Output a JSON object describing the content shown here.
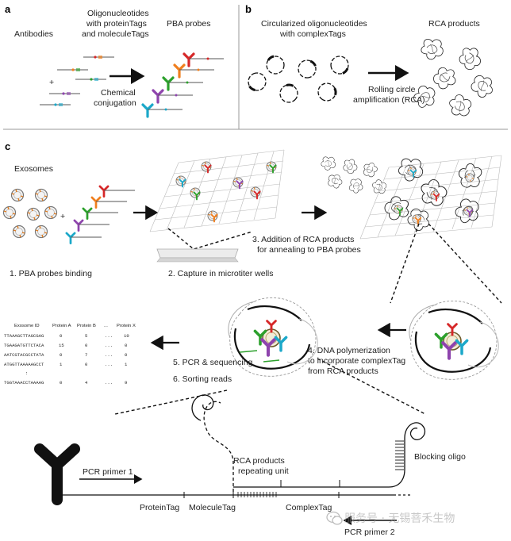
{
  "panels": {
    "a": "a",
    "b": "b",
    "c": "c"
  },
  "panel_a": {
    "antibodies": "Antibodies",
    "oligo_1": "Oligonucleotides",
    "oligo_2": "with proteinTags",
    "oligo_3": "and moleculeTags",
    "pba_probes": "PBA probes",
    "plus": "+",
    "chem_1": "Chemical",
    "chem_2": "conjugation"
  },
  "panel_b": {
    "circ_1": "Circularized oligonucleotides",
    "circ_2": "with complexTags",
    "rca_products": "RCA products",
    "rolling_1": "Rolling circle",
    "rolling_2": "amplification (RCA)"
  },
  "panel_c": {
    "exosomes": "Exosomes",
    "plus": "+",
    "step1": "1. PBA probes binding",
    "step2": "2. Capture in microtiter wells",
    "step3_1": "3. Addition of RCA products",
    "step3_2": "for annealing to PBA probes",
    "step4_1": "4. DNA polymerization",
    "step4_2": "to incorporate complexTag",
    "step4_3": "from RCA products",
    "step5": "5. PCR & sequencing",
    "step6": "6. Sorting reads",
    "table": {
      "headers": [
        "Exosome ID",
        "Protein A",
        "Protein B",
        "...",
        "Protein X"
      ],
      "rows": [
        [
          "TTAAAGCTTAGCGAG",
          "0",
          "5",
          "...",
          "10"
        ],
        [
          "TGAAGATGTTCTACA",
          "15",
          "0",
          "...",
          "0"
        ],
        [
          "AATCGTACGCCTATA",
          "0",
          "7",
          "...",
          "0"
        ],
        [
          "ATGGTTAAAAAGCCT",
          "1",
          "0",
          "...",
          "1"
        ],
        [
          ":",
          "",
          "",
          "",
          ""
        ],
        [
          "TGGTAAACCTAAAAG",
          "0",
          "4",
          "...",
          "9"
        ]
      ]
    },
    "pcr_primer1": "PCR primer 1",
    "rca_unit_1": "RCA products",
    "rca_unit_2": "repeating unit",
    "blocking_oligo": "Blocking oligo",
    "protein_tag": "ProteinTag",
    "molecule_tag": "MoleculeTag",
    "complex_tag": "ComplexTag",
    "pcr_primer2": "PCR primer 2"
  },
  "watermark": "服务号 · 无锡菩禾生物",
  "colors": {
    "red": "#d62728",
    "orange": "#f07f1e",
    "green": "#2ca02c",
    "purple": "#8e44ad",
    "cyan": "#1ba8c9",
    "black": "#111111",
    "line": "#333333"
  },
  "icons": {
    "watermark": "wechat-icon",
    "antibody": "antibody-icon",
    "arrow": "arrow-icon"
  }
}
